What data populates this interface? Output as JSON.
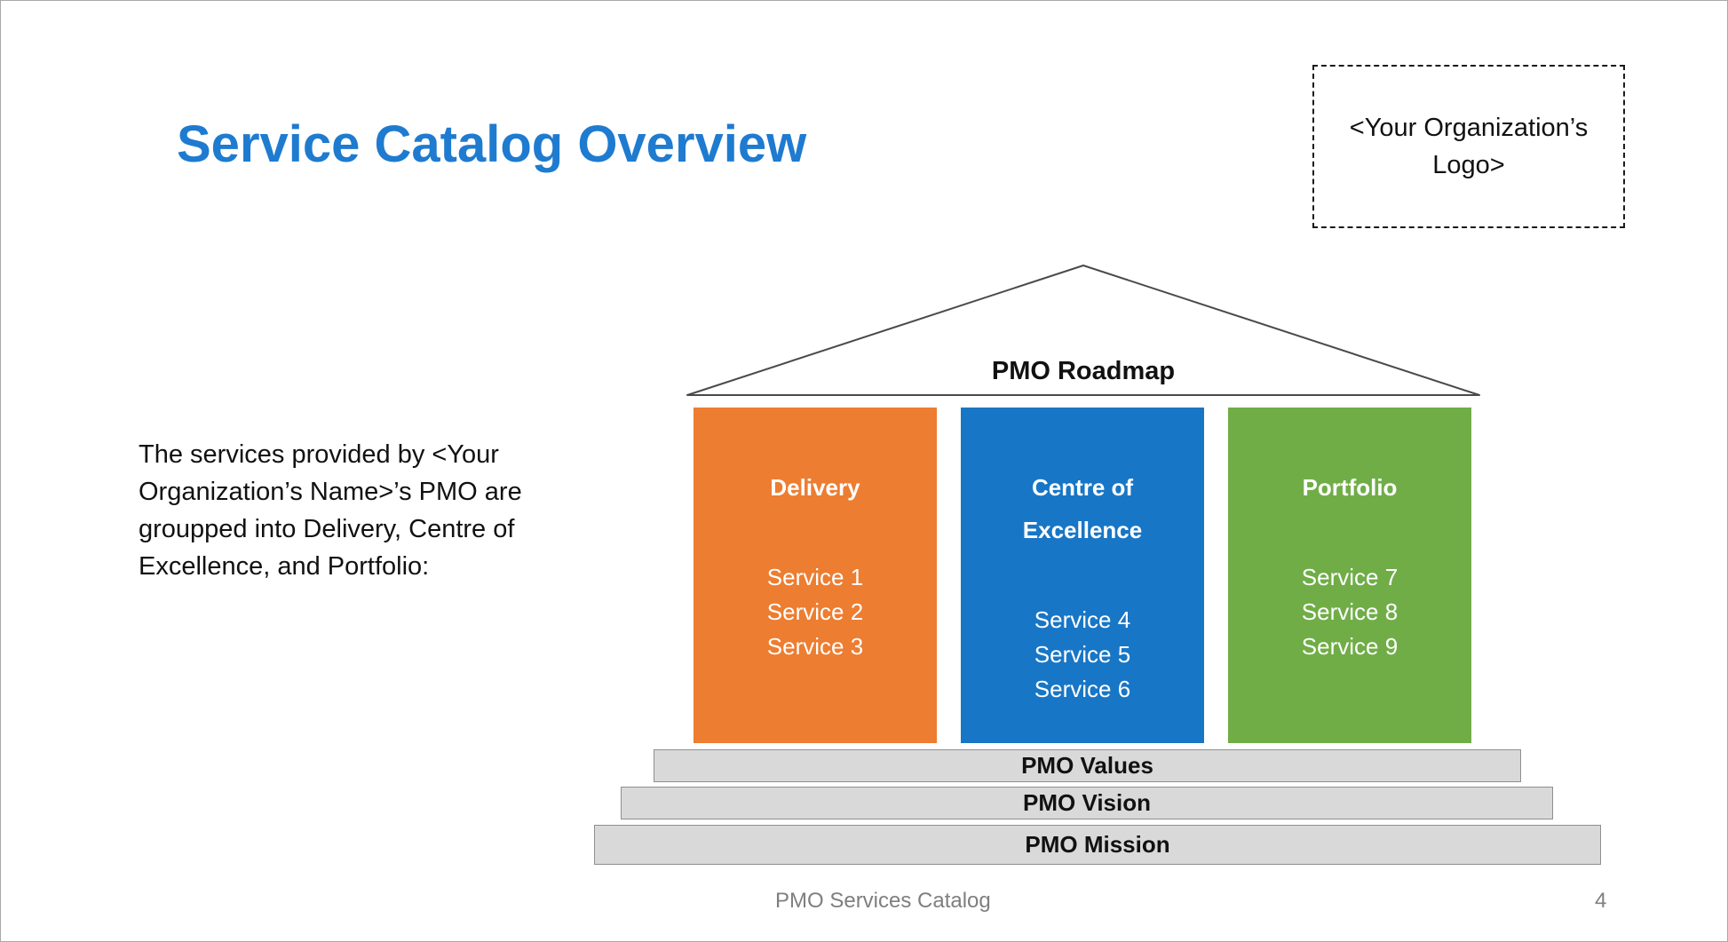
{
  "slide": {
    "title": "Service Catalog Overview",
    "title_color": "#1e7bd0",
    "logo_text": "<Your Organization’s Logo>",
    "body_text": "The services provided by <Your Organization’s Name>’s PMO are groupped into Delivery, Centre of Excellence, and Portfolio:",
    "footer": {
      "label": "PMO Services Catalog",
      "page_number": "4"
    }
  },
  "diagram": {
    "roof_label": "PMO Roadmap",
    "pillars": [
      {
        "name": "Delivery",
        "color": "#ED7D31",
        "services": [
          "Service 1",
          "Service 2",
          "Service 3"
        ]
      },
      {
        "name": "Centre of Excellence",
        "color": "#1876C6",
        "services": [
          "Service 4",
          "Service 5",
          "Service 6"
        ]
      },
      {
        "name": "Portfolio",
        "color": "#70AD47",
        "services": [
          "Service 7",
          "Service 8",
          "Service 9"
        ]
      }
    ],
    "steps": [
      "PMO Values",
      "PMO Vision",
      "PMO Mission"
    ],
    "step_color": "#D9D9D9"
  }
}
